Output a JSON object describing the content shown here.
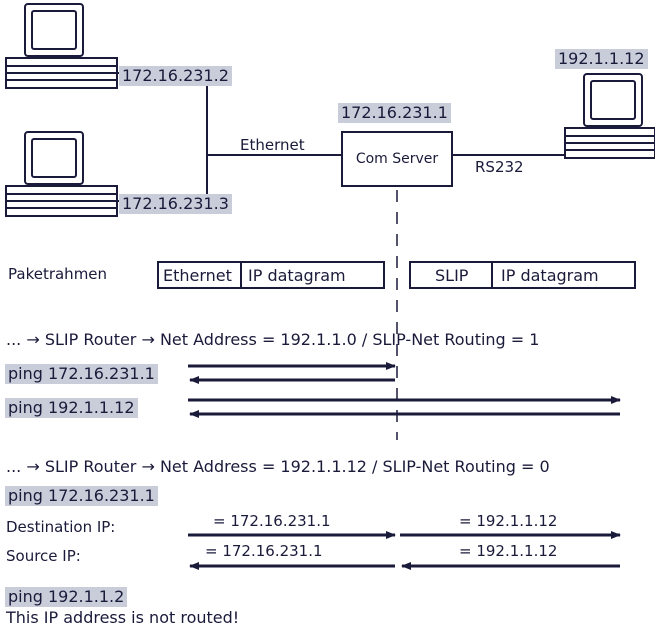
{
  "hosts": {
    "pc1_ip": "172.16.231.2",
    "pc2_ip": "172.16.231.3",
    "pc3_ip": "192.1.1.12",
    "server_ip": "172.16.231.1"
  },
  "links": {
    "ethernet": "Ethernet",
    "serial": "RS232"
  },
  "server": {
    "label": "Com Server"
  },
  "frames": {
    "label": "Paketrahmen",
    "left": [
      "Ethernet",
      "IP datagram"
    ],
    "right": [
      "SLIP",
      "IP datagram"
    ]
  },
  "case1": {
    "heading": "... → SLIP Router → Net Address = 192.1.1.0 / SLIP-Net Routing = 1",
    "ping1": "ping 172.16.231.1",
    "ping2": "ping 192.1.1.12"
  },
  "case2": {
    "heading": "... → SLIP Router → Net Address = 192.1.1.12 / SLIP-Net Routing = 0",
    "ping": "ping 172.16.231.1",
    "dest_label": "Destination IP:",
    "src_label": "Source IP:",
    "dest_left": "= 172.16.231.1",
    "dest_right": "= 192.1.1.12",
    "src_left": "= 172.16.231.1",
    "src_right": "= 192.1.1.12",
    "ping_fail": "ping 192.1.1.2",
    "fail_msg": "This IP address is not routed!"
  },
  "colors": {
    "ink": "#1a1a3a",
    "highlight": "#c9cdda"
  }
}
